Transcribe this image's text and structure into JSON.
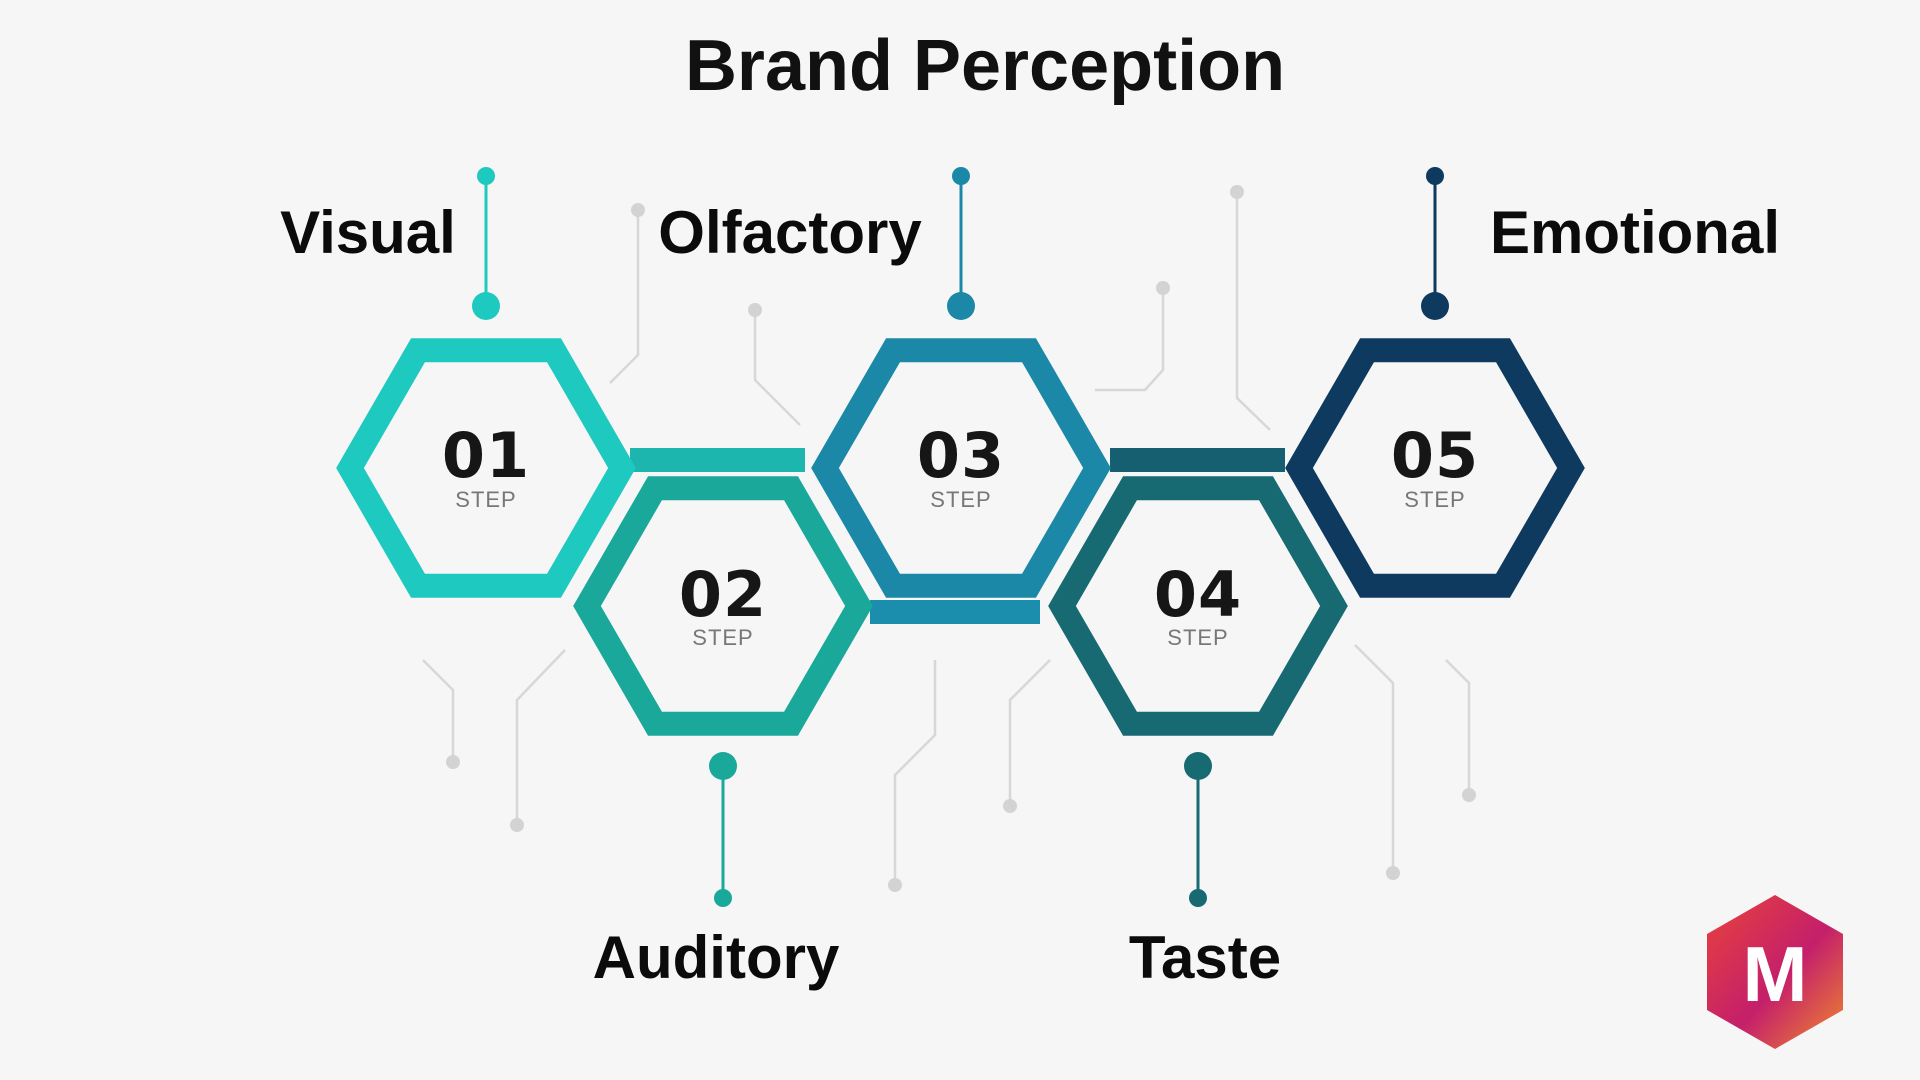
{
  "title": "Brand Perception",
  "steps": [
    {
      "number": "01",
      "step_word": "STEP",
      "label": "Visual",
      "color": "#1ec9c0"
    },
    {
      "number": "02",
      "step_word": "STEP",
      "label": "Auditory",
      "color": "#1aa89a"
    },
    {
      "number": "03",
      "step_word": "STEP",
      "label": "Olfactory",
      "color": "#1a88a6"
    },
    {
      "number": "04",
      "step_word": "STEP",
      "label": "Taste",
      "color": "#176a72"
    },
    {
      "number": "05",
      "step_word": "STEP",
      "label": "Emotional",
      "color": "#0d3a5e"
    }
  ],
  "logo": {
    "letter": "M",
    "colors": [
      "#e23b3b",
      "#c0226a",
      "#f07a2a"
    ]
  },
  "circuit_color": "#d7d7d7"
}
